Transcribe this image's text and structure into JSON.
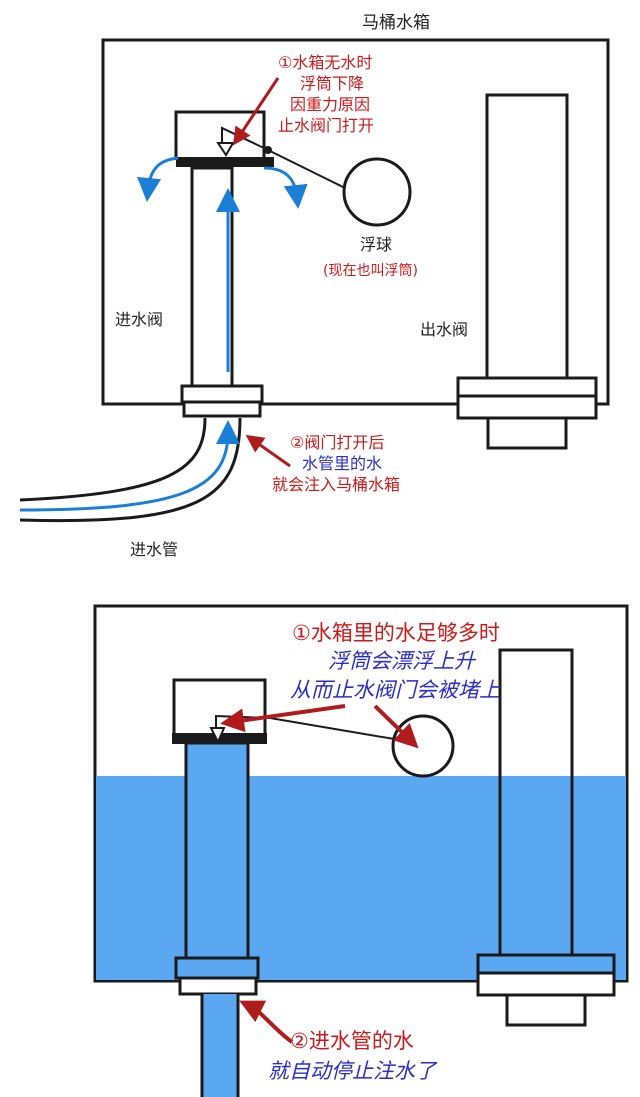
{
  "top": {
    "tank_label": "马桶水箱",
    "float_label": "浮球",
    "float_note": "(现在也叫浮筒)",
    "inlet_valve_label": "进水阀",
    "outlet_valve_label": "出水阀",
    "inlet_pipe_label": "进水管",
    "note1": [
      "①水箱无水时",
      "浮筒下降",
      "因重力原因",
      "止水阀门打开"
    ],
    "note2": [
      "②阀门打开后",
      "水管里的水",
      "就会注入马桶水箱"
    ]
  },
  "bottom": {
    "note1": [
      "①水箱里的水足够多时",
      "浮筒会漂浮上升",
      "从而止水阀门会被堵上"
    ],
    "note2": [
      "②进水管的水",
      "就自动停止注水了"
    ]
  },
  "colors": {
    "water": "#5aa8f2",
    "arrow_blue": "#1a7fd6",
    "arrow_red": "#b01c1c",
    "text_red": "#cc1a1a",
    "text_blue": "#2a2ec8"
  }
}
